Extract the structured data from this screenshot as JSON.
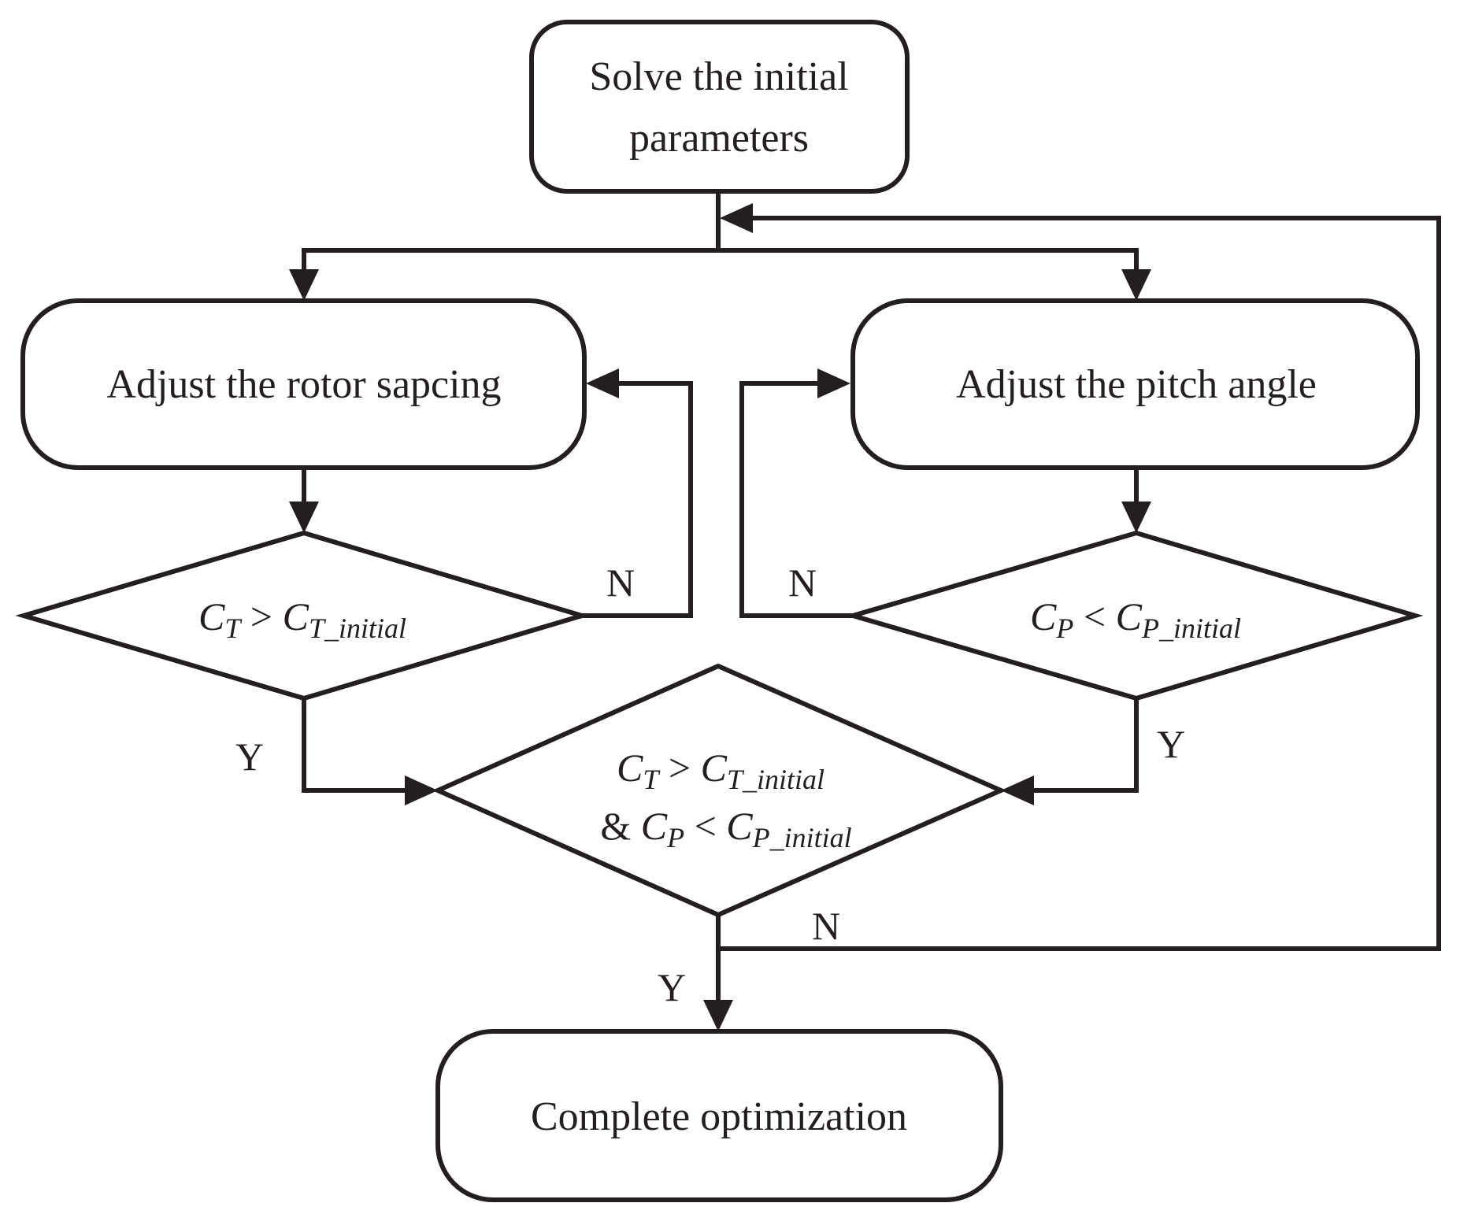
{
  "diagram": {
    "type": "flowchart",
    "colors": {
      "stroke": "#231f20",
      "fill": "#ffffff",
      "text": "#231f20"
    },
    "nodes": {
      "start": {
        "kind": "terminator",
        "lines": [
          "Solve the initial",
          "parameters"
        ]
      },
      "rotor": {
        "kind": "process",
        "label": "Adjust the rotor sapcing"
      },
      "pitch": {
        "kind": "process",
        "label": "Adjust the pitch angle"
      },
      "cond_ct": {
        "kind": "decision",
        "base1": "C",
        "sub1": "T",
        "op": " > ",
        "base2": "C",
        "sub2": "T_initial"
      },
      "cond_cp": {
        "kind": "decision",
        "base1": "C",
        "sub1": "P",
        "op": " < ",
        "base2": "C",
        "sub2": "P_initial"
      },
      "cond_both": {
        "kind": "decision",
        "line1": {
          "base1": "C",
          "sub1": "T",
          "op": " > ",
          "base2": "C",
          "sub2": "T_initial"
        },
        "line2": {
          "prefix": "& ",
          "base1": "C",
          "sub1": "P",
          "op": " < ",
          "base2": "C",
          "sub2": "P_initial"
        }
      },
      "end": {
        "kind": "terminator",
        "label": "Complete optimization"
      }
    },
    "edge_labels": {
      "ct_no": "N",
      "cp_no": "N",
      "ct_yes": "Y",
      "cp_yes": "Y",
      "both_no": "N",
      "both_yes": "Y"
    },
    "edges": [
      {
        "from": "start",
        "to": "rotor"
      },
      {
        "from": "start",
        "to": "pitch"
      },
      {
        "from": "rotor",
        "to": "cond_ct"
      },
      {
        "from": "pitch",
        "to": "cond_cp"
      },
      {
        "from": "cond_ct",
        "to": "rotor",
        "label": "N"
      },
      {
        "from": "cond_cp",
        "to": "pitch",
        "label": "N"
      },
      {
        "from": "cond_ct",
        "to": "cond_both",
        "label": "Y"
      },
      {
        "from": "cond_cp",
        "to": "cond_both",
        "label": "Y"
      },
      {
        "from": "cond_both",
        "to": "end",
        "label": "Y"
      },
      {
        "from": "cond_both",
        "to": "start-branch",
        "label": "N"
      }
    ]
  }
}
